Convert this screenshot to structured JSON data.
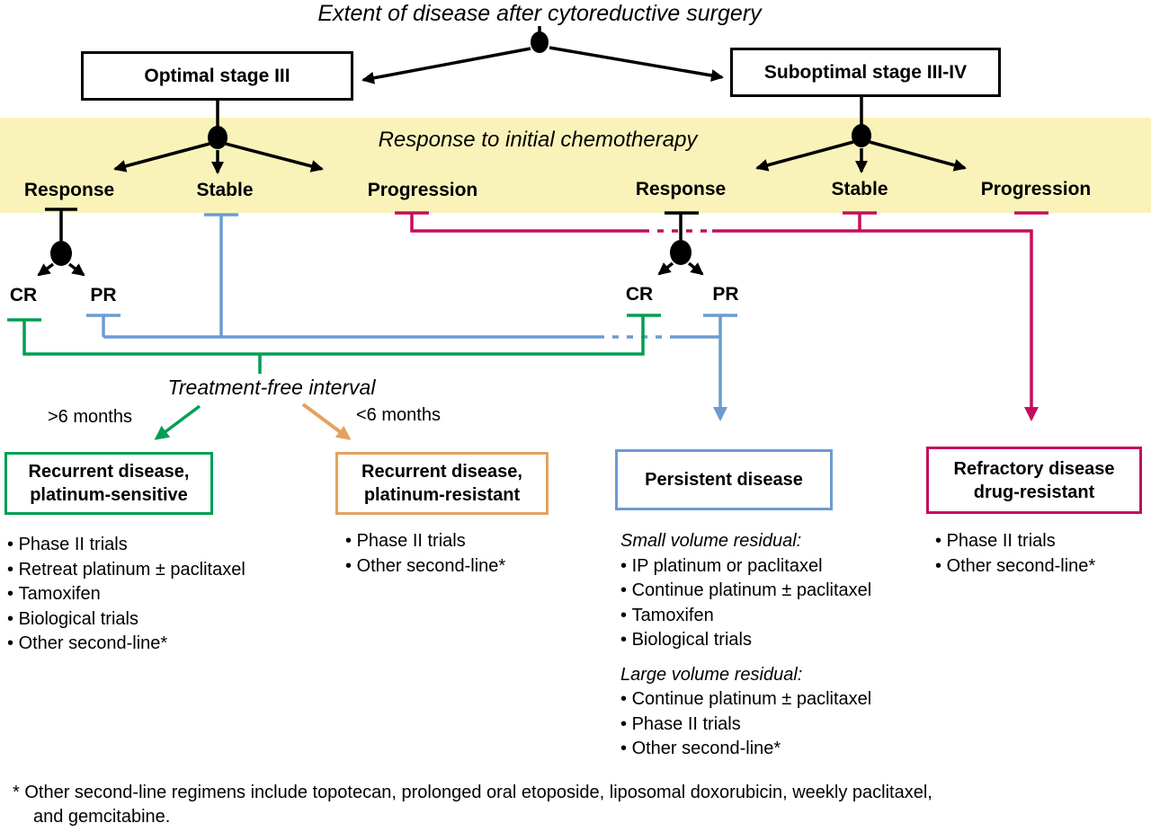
{
  "title": "Extent of disease after cytoreductive surgery",
  "chemo_band": {
    "label": "Response to initial chemotherapy"
  },
  "stage_boxes": {
    "optimal": "Optimal stage III",
    "suboptimal": "Suboptimal stage III-IV"
  },
  "branches": {
    "left": {
      "response": "Response",
      "stable": "Stable",
      "progression": "Progression",
      "cr": "CR",
      "pr": "PR"
    },
    "right": {
      "response": "Response",
      "stable": "Stable",
      "progression": "Progression",
      "cr": "CR",
      "pr": "PR"
    }
  },
  "interval": {
    "label": "Treatment-free interval",
    "more_than": ">6 months",
    "less_than": "<6 months"
  },
  "outcomes": {
    "sensitive": {
      "title1": "Recurrent disease,",
      "title2": "platinum-sensitive",
      "bullets": [
        "Phase II trials",
        "Retreat platinum ± paclitaxel",
        "Tamoxifen",
        "Biological trials",
        "Other second-line*"
      ]
    },
    "resistant": {
      "title1": "Recurrent disease,",
      "title2": "platinum-resistant",
      "bullets": [
        "Phase II trials",
        "Other second-line*"
      ]
    },
    "persistent": {
      "title": "Persistent disease",
      "small_heading": "Small volume residual:",
      "small_bullets": [
        "IP platinum or paclitaxel",
        "Continue platinum ± paclitaxel",
        "Tamoxifen",
        "Biological trials"
      ],
      "large_heading": "Large volume residual:",
      "large_bullets": [
        "Continue platinum ± paclitaxel",
        "Phase II trials",
        "Other second-line*"
      ]
    },
    "refractory": {
      "title1": "Refractory disease",
      "title2": "drug-resistant",
      "bullets": [
        "Phase II trials",
        "Other second-line*"
      ]
    }
  },
  "footnote": {
    "line1": "* Other second-line regimens include topotecan, prolonged oral etoposide, liposomal doxorubicin, weekly paclitaxel,",
    "line2": "and gemcitabine."
  },
  "colors": {
    "band_yellow": "#FAF3B9",
    "green": "#009E52",
    "blue": "#6C9BD2",
    "pink": "#C40F5D",
    "orange": "#E2A35E",
    "black": "#000000"
  }
}
